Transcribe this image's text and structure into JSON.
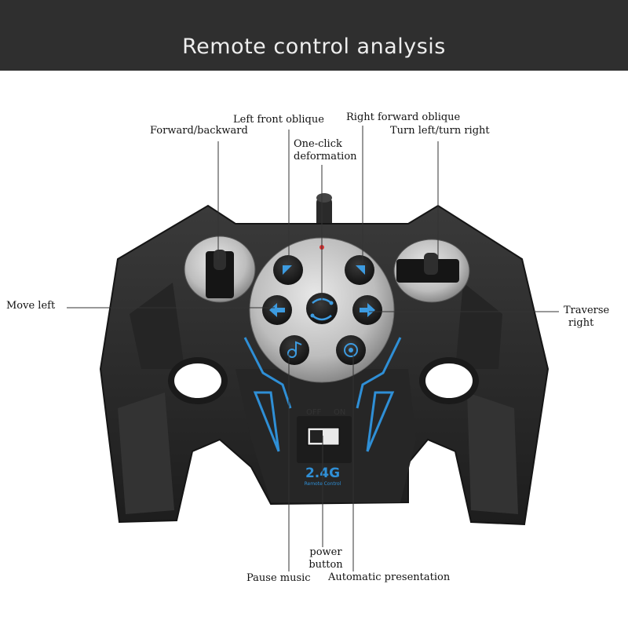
{
  "header": {
    "title": "Remote control analysis"
  },
  "labels": {
    "forward_backward": "Forward/backward",
    "left_front_oblique": "Left front oblique",
    "one_click_1": "One-click",
    "one_click_2": "deformation",
    "right_forward_oblique": "Right forward oblique",
    "turn_left_right": "Turn left/turn right",
    "move_left": "Move left",
    "traverse_1": "Traverse",
    "traverse_2": "right",
    "power_1": "power",
    "power_2": "button",
    "pause_music": "Pause music",
    "automatic_presentation": "Automatic presentation"
  },
  "remote": {
    "band_text": "2.4G",
    "band_subtext": "Remote Control",
    "switch_off": "OFF",
    "switch_on": "ON"
  },
  "colors": {
    "header_bg": "#2f2f2f",
    "body_dark": "#2a2a2a",
    "accent_blue": "#2f8fd6",
    "button_face": "#1c1c1c",
    "panel_silver": "#c9c9c9"
  }
}
